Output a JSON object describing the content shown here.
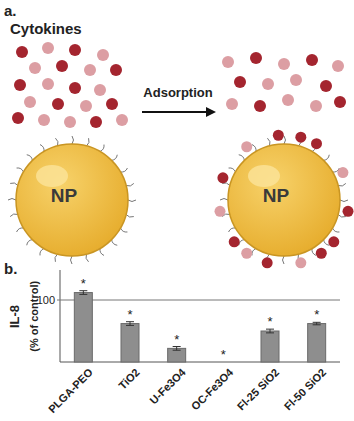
{
  "diagram": {
    "nodes": [
      {
        "text": [
          "NP"
        ]
      },
      {
        "text": [
          "NP"
        ]
      }
    ],
    "labels": [
      "a.",
      "Cytokines",
      "Adsorption",
      "b.",
      "IL-8",
      "(% of control)",
      "100",
      "*",
      "*",
      "*",
      "*",
      "*",
      "*",
      "PLGA-PEO",
      "TiO2",
      "U-Fe3O4",
      "OC-Fe3O4",
      "Fl-25 SiO2",
      "Fl-50 SiO2"
    ]
  }
}
